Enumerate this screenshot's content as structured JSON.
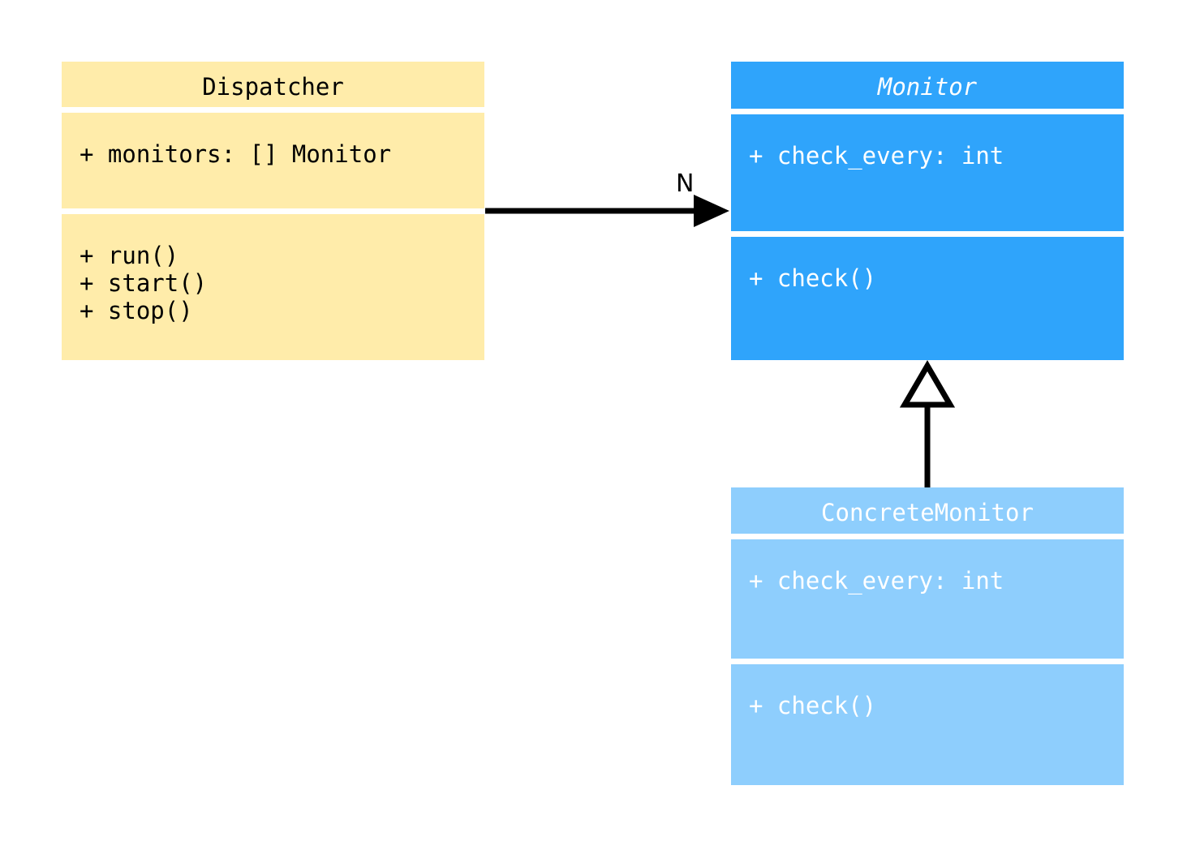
{
  "diagram": {
    "kind": "uml-class-diagram",
    "background_color": "#ffffff",
    "classes": [
      {
        "id": "dispatcher",
        "name": "Dispatcher",
        "abstract": false,
        "fill_color": "#ffecaa",
        "text_color": "#000000",
        "attributes": [
          "+ monitors: [] Monitor"
        ],
        "operations": [
          "+ run()",
          "+ start()",
          "+ stop()"
        ]
      },
      {
        "id": "monitor",
        "name": "Monitor",
        "abstract": true,
        "fill_color": "#2fa4fb",
        "text_color": "#ffffff",
        "attributes": [
          "+ check_every: int"
        ],
        "operations": [
          "+ check()"
        ]
      },
      {
        "id": "concretemonitor",
        "name": "ConcreteMonitor",
        "abstract": false,
        "fill_color": "#8ecefd",
        "text_color": "#ffffff",
        "attributes": [
          "+ check_every: int"
        ],
        "operations": [
          "+ check()"
        ]
      }
    ],
    "relationships": [
      {
        "id": "dispatcher-to-monitor",
        "type": "association",
        "from": "Dispatcher",
        "to": "Monitor",
        "arrowhead": "filled-triangle",
        "line": "solid",
        "label": "N",
        "label_color": "#000000"
      },
      {
        "id": "concretemonitor-to-monitor",
        "type": "generalization",
        "from": "ConcreteMonitor",
        "to": "Monitor",
        "arrowhead": "hollow-triangle",
        "line": "solid",
        "label": "",
        "label_color": "#000000"
      }
    ]
  },
  "dispatcher": {
    "title": "Dispatcher",
    "attributes_text": "+ monitors: [] Monitor",
    "operations_text": "+ run()\n+ start()\n+ stop()"
  },
  "monitor": {
    "title": "Monitor",
    "attributes_text": "+ check_every: int",
    "operations_text": "+ check()"
  },
  "concretemonitor": {
    "title": "ConcreteMonitor",
    "attributes_text": "+ check_every: int",
    "operations_text": "+ check()"
  },
  "edges": {
    "multiplicity_n": "N"
  }
}
